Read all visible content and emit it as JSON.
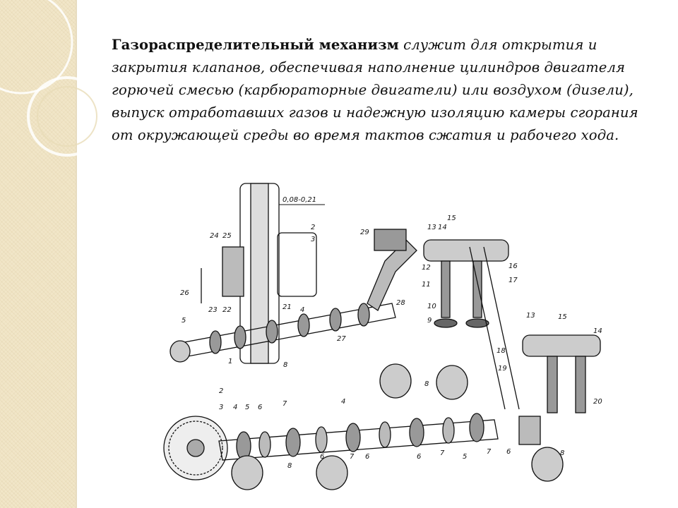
{
  "description": {
    "term": "Газораспределительный механизм",
    "rest": " служит для открытия и закрытия клапанов, обеспечивая наполнение цилиндров двигателя горючей смесью (карбюраторные двигатели) или воздухом (дизели), выпуск отработавших газов и надежную изоляцию камеры сгорания от окружающей среды во время тактов сжатия и рабочего хода."
  },
  "diagram": {
    "clearance_label": "0,08-0,21",
    "labels_upper": [
      "2",
      "3",
      "24",
      "25",
      "26",
      "23",
      "22",
      "21",
      "4",
      "5",
      "29",
      "28",
      "27",
      "13",
      "14",
      "15",
      "12",
      "16",
      "11",
      "17",
      "10",
      "9"
    ],
    "labels_lower": [
      "1",
      "2",
      "3",
      "4",
      "5",
      "6",
      "7",
      "4",
      "8",
      "8",
      "13",
      "15",
      "14",
      "18",
      "19",
      "20",
      "6",
      "7",
      "7",
      "6",
      "5",
      "6",
      "7",
      "6",
      "8",
      "8"
    ]
  },
  "colors": {
    "sidebar": "#f1e6c8",
    "rings": "#ffffff",
    "ink": "#111111"
  }
}
